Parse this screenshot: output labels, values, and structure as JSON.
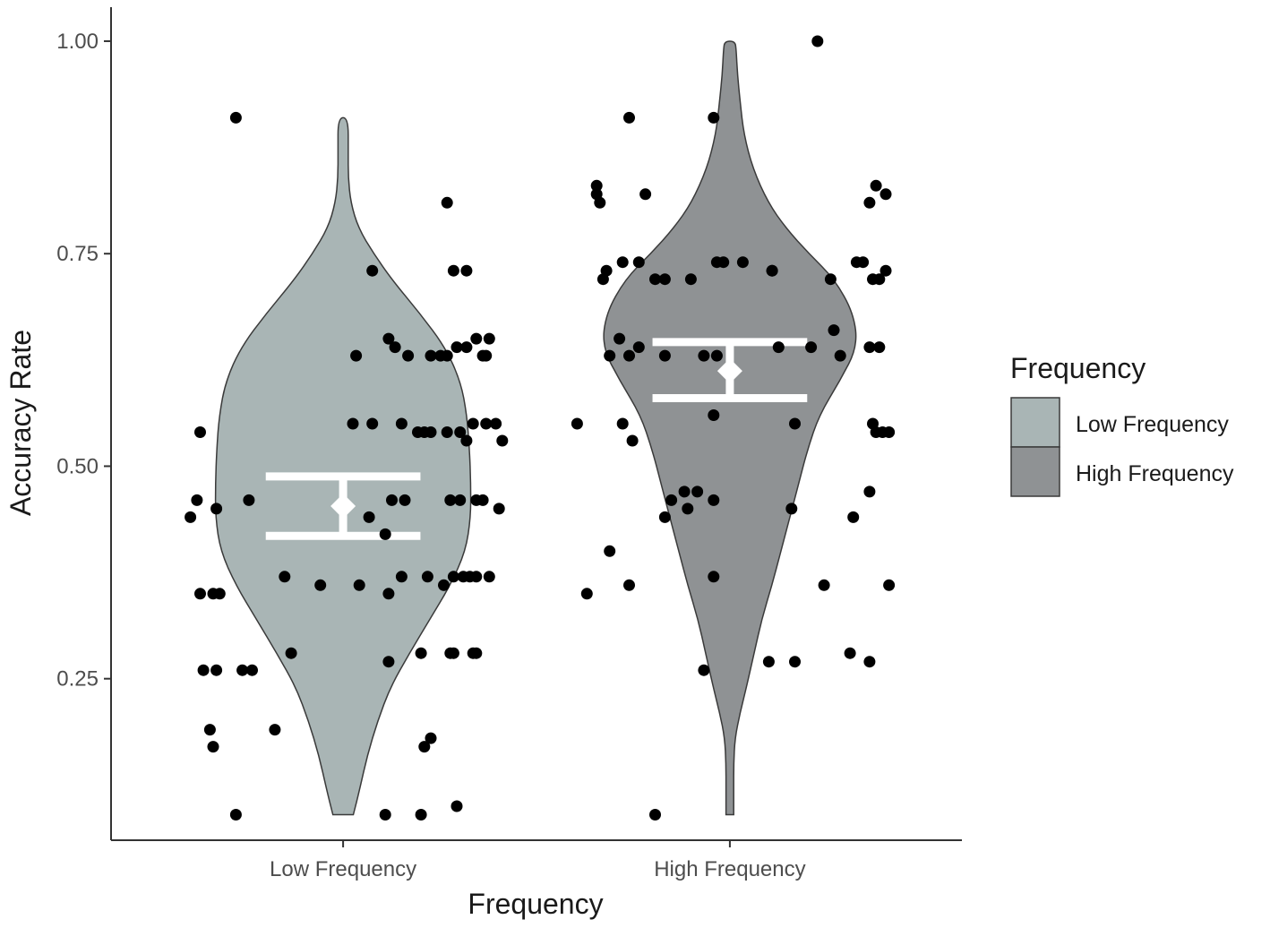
{
  "chart_data": {
    "type": "violin",
    "xlabel": "Frequency",
    "ylabel": "Accuracy Rate",
    "categories": [
      "Low Frequency",
      "High Frequency"
    ],
    "ylim": [
      0.06,
      1.04
    ],
    "yticks": [
      0.25,
      0.5,
      0.75,
      1.0
    ],
    "ytick_labels": [
      "0.25",
      "0.50",
      "0.75",
      "1.00"
    ],
    "grid": false,
    "legend": {
      "title": "Frequency",
      "position": "right",
      "entries": [
        {
          "label": "Low Frequency",
          "color": "#a9b5b5"
        },
        {
          "label": "High Frequency",
          "color": "#8f9294"
        }
      ]
    },
    "series": [
      {
        "category": "Low Frequency",
        "fill": "#a9b5b5",
        "violin_range": [
          0.09,
          0.91
        ],
        "density_profile": [
          [
            0.09,
            0.08
          ],
          [
            0.12,
            0.13
          ],
          [
            0.16,
            0.19
          ],
          [
            0.2,
            0.27
          ],
          [
            0.24,
            0.37
          ],
          [
            0.28,
            0.52
          ],
          [
            0.32,
            0.68
          ],
          [
            0.36,
            0.84
          ],
          [
            0.4,
            0.96
          ],
          [
            0.44,
            1.0
          ],
          [
            0.48,
            1.0
          ],
          [
            0.52,
            0.99
          ],
          [
            0.56,
            0.97
          ],
          [
            0.6,
            0.92
          ],
          [
            0.64,
            0.8
          ],
          [
            0.68,
            0.6
          ],
          [
            0.72,
            0.38
          ],
          [
            0.75,
            0.24
          ],
          [
            0.78,
            0.12
          ],
          [
            0.81,
            0.06
          ],
          [
            0.84,
            0.04
          ],
          [
            0.87,
            0.04
          ],
          [
            0.91,
            0.04
          ]
        ],
        "mean": 0.453,
        "ci": [
          0.418,
          0.488
        ],
        "points": [
          [
            0.91,
            0.17
          ],
          [
            0.81,
            0.82
          ],
          [
            0.73,
            0.84
          ],
          [
            0.73,
            0.88
          ],
          [
            0.73,
            0.59
          ],
          [
            0.65,
            0.64
          ],
          [
            0.65,
            0.91
          ],
          [
            0.65,
            0.95
          ],
          [
            0.63,
            0.82
          ],
          [
            0.64,
            0.85
          ],
          [
            0.64,
            0.88
          ],
          [
            0.63,
            0.77
          ],
          [
            0.63,
            0.8
          ],
          [
            0.64,
            0.66
          ],
          [
            0.63,
            0.94
          ],
          [
            0.63,
            0.7
          ],
          [
            0.63,
            0.93
          ],
          [
            0.63,
            0.54
          ],
          [
            0.54,
            0.82
          ],
          [
            0.54,
            0.86
          ],
          [
            0.55,
            0.9
          ],
          [
            0.55,
            0.94
          ],
          [
            0.55,
            0.97
          ],
          [
            0.55,
            0.59
          ],
          [
            0.54,
            0.73
          ],
          [
            0.54,
            0.75
          ],
          [
            0.54,
            0.77
          ],
          [
            0.55,
            0.68
          ],
          [
            0.55,
            0.53
          ],
          [
            0.54,
            0.06
          ],
          [
            0.53,
            0.88
          ],
          [
            0.53,
            0.99
          ],
          [
            0.46,
            0.83
          ],
          [
            0.46,
            0.86
          ],
          [
            0.46,
            0.91
          ],
          [
            0.46,
            0.93
          ],
          [
            0.45,
            0.98
          ],
          [
            0.46,
            0.65
          ],
          [
            0.46,
            0.69
          ],
          [
            0.46,
            0.05
          ],
          [
            0.45,
            0.11
          ],
          [
            0.46,
            0.21
          ],
          [
            0.44,
            0.58
          ],
          [
            0.37,
            0.84
          ],
          [
            0.37,
            0.87
          ],
          [
            0.37,
            0.89
          ],
          [
            0.37,
            0.91
          ],
          [
            0.37,
            0.95
          ],
          [
            0.37,
            0.68
          ],
          [
            0.37,
            0.76
          ],
          [
            0.36,
            0.81
          ],
          [
            0.37,
            0.32
          ],
          [
            0.36,
            0.43
          ],
          [
            0.36,
            0.55
          ],
          [
            0.35,
            0.64
          ],
          [
            0.35,
            0.06
          ],
          [
            0.35,
            0.1
          ],
          [
            0.35,
            0.12
          ],
          [
            0.28,
            0.9
          ],
          [
            0.28,
            0.83
          ],
          [
            0.28,
            0.84
          ],
          [
            0.28,
            0.74
          ],
          [
            0.28,
            0.91
          ],
          [
            0.28,
            0.34
          ],
          [
            0.27,
            0.64
          ],
          [
            0.26,
            0.11
          ],
          [
            0.26,
            0.07
          ],
          [
            0.26,
            0.19
          ],
          [
            0.26,
            0.22
          ],
          [
            0.19,
            0.29
          ],
          [
            0.19,
            0.09
          ],
          [
            0.17,
            0.1
          ],
          [
            0.18,
            0.77
          ],
          [
            0.17,
            0.75
          ],
          [
            0.1,
            0.85
          ],
          [
            0.09,
            0.74
          ],
          [
            0.09,
            0.63
          ],
          [
            0.09,
            0.17
          ],
          [
            0.44,
            0.03
          ],
          [
            0.42,
            0.63
          ]
        ]
      },
      {
        "category": "High Frequency",
        "fill": "#8f9294",
        "violin_range": [
          0.09,
          1.0
        ],
        "density_profile": [
          [
            0.09,
            0.03
          ],
          [
            0.12,
            0.03
          ],
          [
            0.15,
            0.03
          ],
          [
            0.18,
            0.04
          ],
          [
            0.21,
            0.08
          ],
          [
            0.24,
            0.13
          ],
          [
            0.28,
            0.19
          ],
          [
            0.32,
            0.25
          ],
          [
            0.36,
            0.33
          ],
          [
            0.4,
            0.4
          ],
          [
            0.44,
            0.47
          ],
          [
            0.48,
            0.54
          ],
          [
            0.52,
            0.61
          ],
          [
            0.56,
            0.7
          ],
          [
            0.6,
            0.86
          ],
          [
            0.64,
            1.0
          ],
          [
            0.68,
            0.97
          ],
          [
            0.72,
            0.82
          ],
          [
            0.75,
            0.62
          ],
          [
            0.78,
            0.44
          ],
          [
            0.81,
            0.3
          ],
          [
            0.85,
            0.18
          ],
          [
            0.89,
            0.11
          ],
          [
            0.93,
            0.08
          ],
          [
            0.96,
            0.06
          ],
          [
            0.99,
            0.05
          ],
          [
            1.0,
            0.04
          ]
        ],
        "mean": 0.612,
        "ci": [
          0.58,
          0.646
        ],
        "points": [
          [
            1.0,
            0.77
          ],
          [
            0.91,
            0.19
          ],
          [
            0.91,
            0.45
          ],
          [
            0.83,
            0.09
          ],
          [
            0.82,
            0.24
          ],
          [
            0.82,
            0.09
          ],
          [
            0.81,
            0.1
          ],
          [
            0.83,
            0.95
          ],
          [
            0.82,
            0.98
          ],
          [
            0.81,
            0.93
          ],
          [
            0.74,
            0.89
          ],
          [
            0.74,
            0.91
          ],
          [
            0.74,
            0.46
          ],
          [
            0.74,
            0.48
          ],
          [
            0.74,
            0.54
          ],
          [
            0.73,
            0.63
          ],
          [
            0.72,
            0.81
          ],
          [
            0.72,
            0.94
          ],
          [
            0.72,
            0.96
          ],
          [
            0.73,
            0.98
          ],
          [
            0.73,
            0.63
          ],
          [
            0.72,
            0.27
          ],
          [
            0.72,
            0.3
          ],
          [
            0.72,
            0.38
          ],
          [
            0.72,
            0.11
          ],
          [
            0.73,
            0.12
          ],
          [
            0.74,
            0.17
          ],
          [
            0.74,
            0.22
          ],
          [
            0.65,
            0.16
          ],
          [
            0.64,
            0.22
          ],
          [
            0.63,
            0.13
          ],
          [
            0.63,
            0.19
          ],
          [
            0.64,
            0.93
          ],
          [
            0.64,
            0.96
          ],
          [
            0.63,
            0.84
          ],
          [
            0.63,
            0.3
          ],
          [
            0.63,
            0.42
          ],
          [
            0.63,
            0.46
          ],
          [
            0.64,
            0.65
          ],
          [
            0.64,
            0.75
          ],
          [
            0.55,
            0.03
          ],
          [
            0.55,
            0.94
          ],
          [
            0.54,
            0.95
          ],
          [
            0.54,
            0.99
          ],
          [
            0.54,
            0.97
          ],
          [
            0.55,
            0.17
          ],
          [
            0.55,
            0.7
          ],
          [
            0.56,
            0.45
          ],
          [
            0.53,
            0.2
          ],
          [
            0.46,
            0.32
          ],
          [
            0.47,
            0.36
          ],
          [
            0.47,
            0.4
          ],
          [
            0.46,
            0.45
          ],
          [
            0.47,
            0.93
          ],
          [
            0.44,
            0.88
          ],
          [
            0.45,
            0.69
          ],
          [
            0.44,
            0.3
          ],
          [
            0.37,
            0.45
          ],
          [
            0.36,
            0.19
          ],
          [
            0.35,
            0.06
          ],
          [
            0.36,
            0.99
          ],
          [
            0.36,
            0.79
          ],
          [
            0.4,
            0.13
          ],
          [
            0.28,
            0.87
          ],
          [
            0.27,
            0.62
          ],
          [
            0.27,
            0.7
          ],
          [
            0.27,
            0.93
          ],
          [
            0.26,
            0.42
          ],
          [
            0.09,
            0.27
          ],
          [
            0.45,
            0.37
          ],
          [
            0.66,
            0.82
          ]
        ]
      }
    ]
  }
}
